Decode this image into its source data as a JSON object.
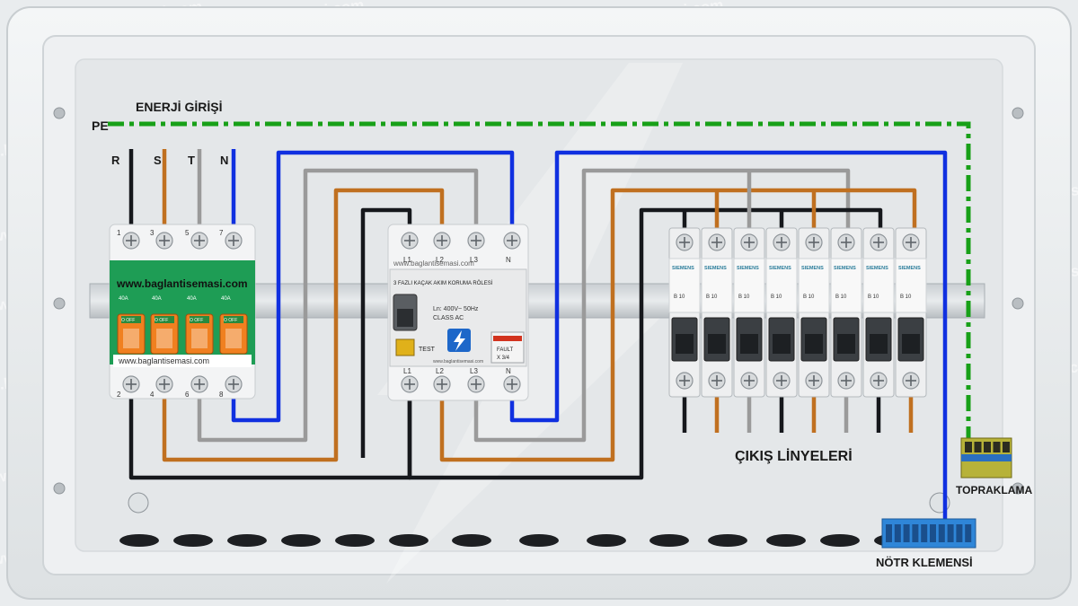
{
  "labels": {
    "pe": "PE",
    "energy_input": "ENERJİ GİRİŞİ",
    "phase_r": "R",
    "phase_s": "S",
    "phase_t": "T",
    "phase_n": "N",
    "output_lines": "ÇIKIŞ LİNYELERİ",
    "grounding": "TOPRAKLAMA",
    "neutral_terminal": "NÖTR KLEMENSİ"
  },
  "main_breaker": {
    "top_terminals": [
      "1",
      "3",
      "5",
      "7"
    ],
    "bottom_terminals": [
      "2",
      "4",
      "6",
      "8"
    ],
    "brand_text": "www.baglantisemasi.com",
    "pole_text": "40A",
    "switch_label": "O OFF",
    "footer_text": "www.baglantisemasi.com"
  },
  "rcd": {
    "top_terminals": [
      "L1",
      "L2",
      "L3",
      "N"
    ],
    "bottom_terminals": [
      "L1",
      "L2",
      "L3",
      "N"
    ],
    "brand_text": "www.baglantisemasi.com",
    "title_text": "3 FAZLI KAÇAK AKIM KORUMA RÖLESİ",
    "spec_text": "Ln: 400V~ 50Hz",
    "class_text": "CLASS AC",
    "test_label": "TEST",
    "fault_label": "FAULT",
    "fault_value": "X 3/4",
    "footer_text": "www.baglantisemasi.com"
  },
  "mcbs": {
    "count": 8,
    "brand": "SIEMENS",
    "rating": "B 10"
  },
  "watermark": "www.baglantisemasi.com",
  "colors": {
    "panel_bg": "#e9ecee",
    "phase_black": "#16181c",
    "phase_brown": "#c07020",
    "phase_gray": "#9a9a9a",
    "neutral_blue": "#1030e0",
    "pe_green": "#18a018",
    "breaker_green": "#1e9d55",
    "breaker_orange": "#f08020",
    "neutral_terminal_blue": "#2f86d8",
    "ground_terminal_yellow": "#d8c020"
  }
}
